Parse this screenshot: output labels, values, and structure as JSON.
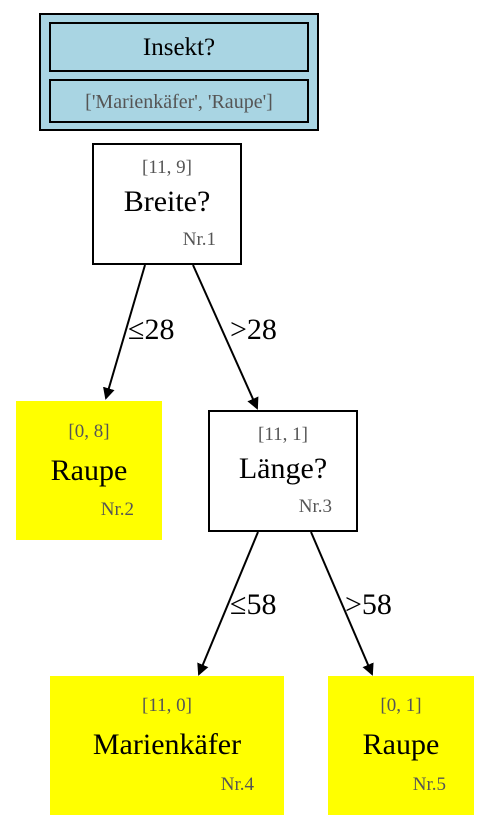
{
  "header": {
    "title": "Insekt?",
    "classes": "['Marienkäfer', 'Raupe']",
    "fill_color": "#a9d5e3"
  },
  "nodes": [
    {
      "id": "n1",
      "type": "decision",
      "counts": "[11, 9]",
      "label": "Breite?",
      "nr": "Nr.1"
    },
    {
      "id": "n2",
      "type": "leaf",
      "counts": "[0, 8]",
      "label": "Raupe",
      "nr": "Nr.2"
    },
    {
      "id": "n3",
      "type": "decision",
      "counts": "[11, 1]",
      "label": "Länge?",
      "nr": "Nr.3"
    },
    {
      "id": "n4",
      "type": "leaf",
      "counts": "[11, 0]",
      "label": "Marienkäfer",
      "nr": "Nr.4"
    },
    {
      "id": "n5",
      "type": "leaf",
      "counts": "[0, 1]",
      "label": "Raupe",
      "nr": "Nr.5"
    }
  ],
  "edges": [
    {
      "from": "n1",
      "to": "n2",
      "label": "≤28"
    },
    {
      "from": "n1",
      "to": "n3",
      "label": ">28"
    },
    {
      "from": "n3",
      "to": "n4",
      "label": "≤58"
    },
    {
      "from": "n3",
      "to": "n5",
      "label": ">58"
    }
  ],
  "colors": {
    "leaf": "#ffff00",
    "decision": "#ffffff",
    "muted_text": "#555555"
  }
}
